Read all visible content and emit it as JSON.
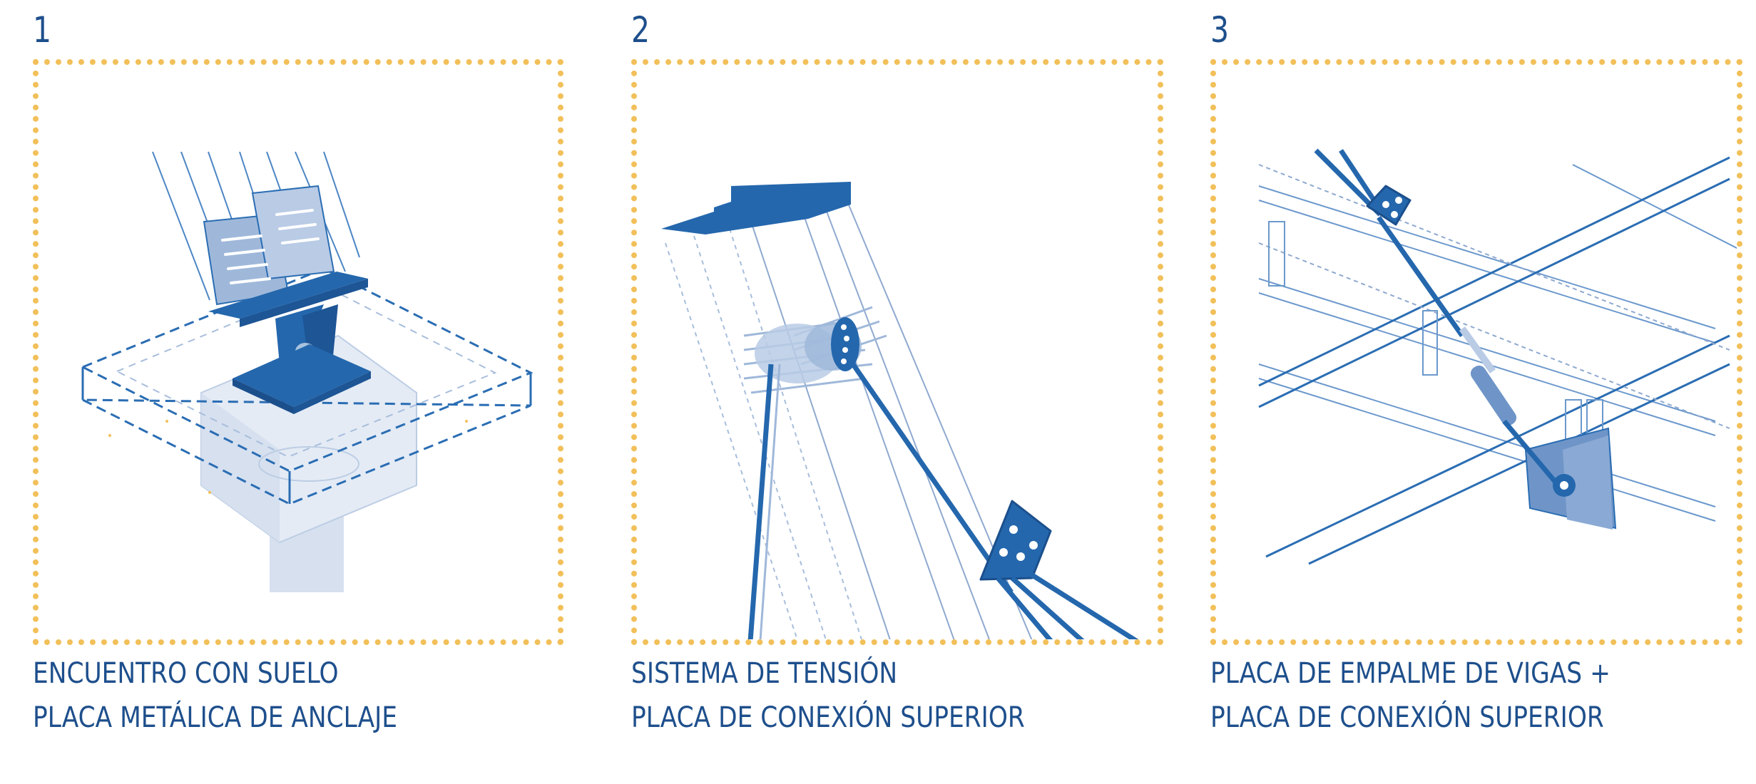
{
  "colors": {
    "line": "#2a6db3",
    "fill": "#2467ad",
    "light": "#a8bedc",
    "pale": "#d6e0ef",
    "dots": "#f2c05a",
    "text": "#1e4f8c"
  },
  "panels": [
    {
      "number": "1",
      "caption": [
        "ENCUENTRO CON SUELO",
        "PLACA METÁLICA DE ANCLAJE"
      ]
    },
    {
      "number": "2",
      "caption": [
        "SISTEMA DE TENSIÓN",
        "PLACA DE CONEXIÓN SUPERIOR"
      ]
    },
    {
      "number": "3",
      "caption": [
        "PLACA DE EMPALME DE VIGAS +",
        "PLACA DE CONEXIÓN SUPERIOR"
      ]
    }
  ]
}
